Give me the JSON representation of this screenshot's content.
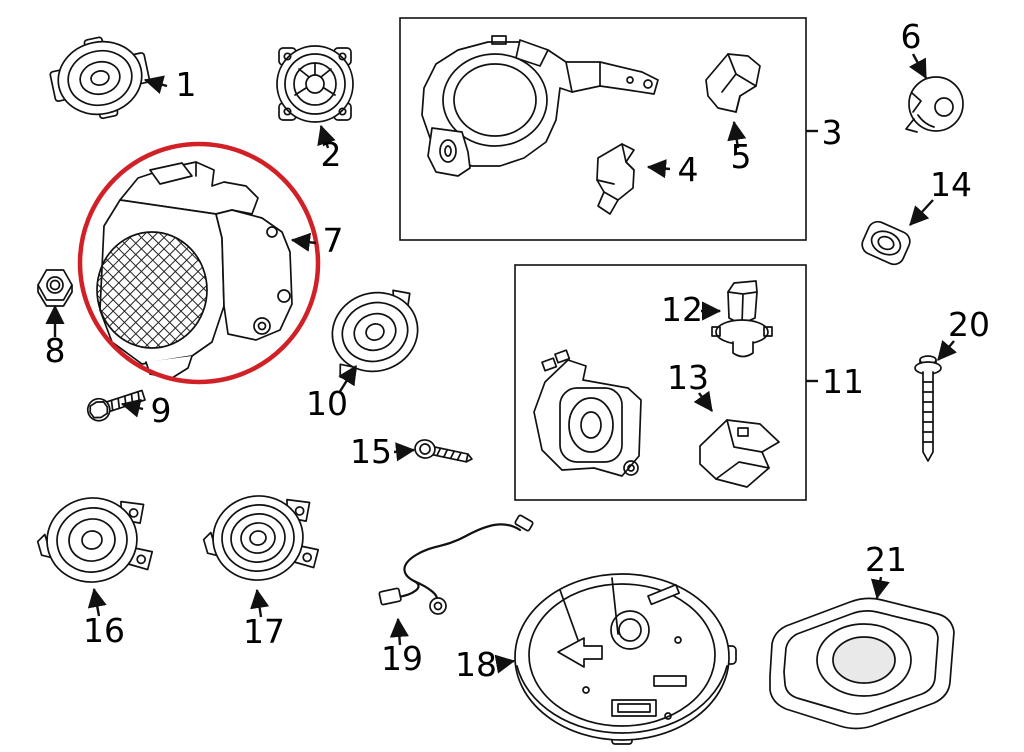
{
  "diagram": {
    "type": "exploded-parts-diagram",
    "colors": {
      "line": "#111111",
      "background": "#ffffff",
      "highlight": "#d22027"
    },
    "callouts": [
      "1",
      "2",
      "3",
      "4",
      "5",
      "6",
      "7",
      "8",
      "9",
      "10",
      "11",
      "12",
      "13",
      "14",
      "15",
      "16",
      "17",
      "18",
      "19",
      "20",
      "21"
    ],
    "highlighted_callout": "7",
    "parts": [
      {
        "callout": "1",
        "name": "small-speaker"
      },
      {
        "callout": "2",
        "name": "round-speaker"
      },
      {
        "callout": "3",
        "name": "speaker-bracket-assembly"
      },
      {
        "callout": "4",
        "name": "mounting-bracket"
      },
      {
        "callout": "5",
        "name": "retainer-clip"
      },
      {
        "callout": "6",
        "name": "grommet"
      },
      {
        "callout": "7",
        "name": "subwoofer-amplifier-assembly"
      },
      {
        "callout": "8",
        "name": "hex-nut"
      },
      {
        "callout": "9",
        "name": "flange-bolt"
      },
      {
        "callout": "10",
        "name": "midrange-speaker"
      },
      {
        "callout": "11",
        "name": "module-bracket-assembly"
      },
      {
        "callout": "12",
        "name": "sensor-plug"
      },
      {
        "callout": "13",
        "name": "retainer-bracket"
      },
      {
        "callout": "14",
        "name": "grommet-clip"
      },
      {
        "callout": "15",
        "name": "tapping-screw"
      },
      {
        "callout": "16",
        "name": "door-speaker"
      },
      {
        "callout": "17",
        "name": "door-speaker"
      },
      {
        "callout": "18",
        "name": "subwoofer-enclosure"
      },
      {
        "callout": "19",
        "name": "wiring-pigtail"
      },
      {
        "callout": "20",
        "name": "shoulder-bolt"
      },
      {
        "callout": "21",
        "name": "speaker-tray"
      }
    ]
  }
}
